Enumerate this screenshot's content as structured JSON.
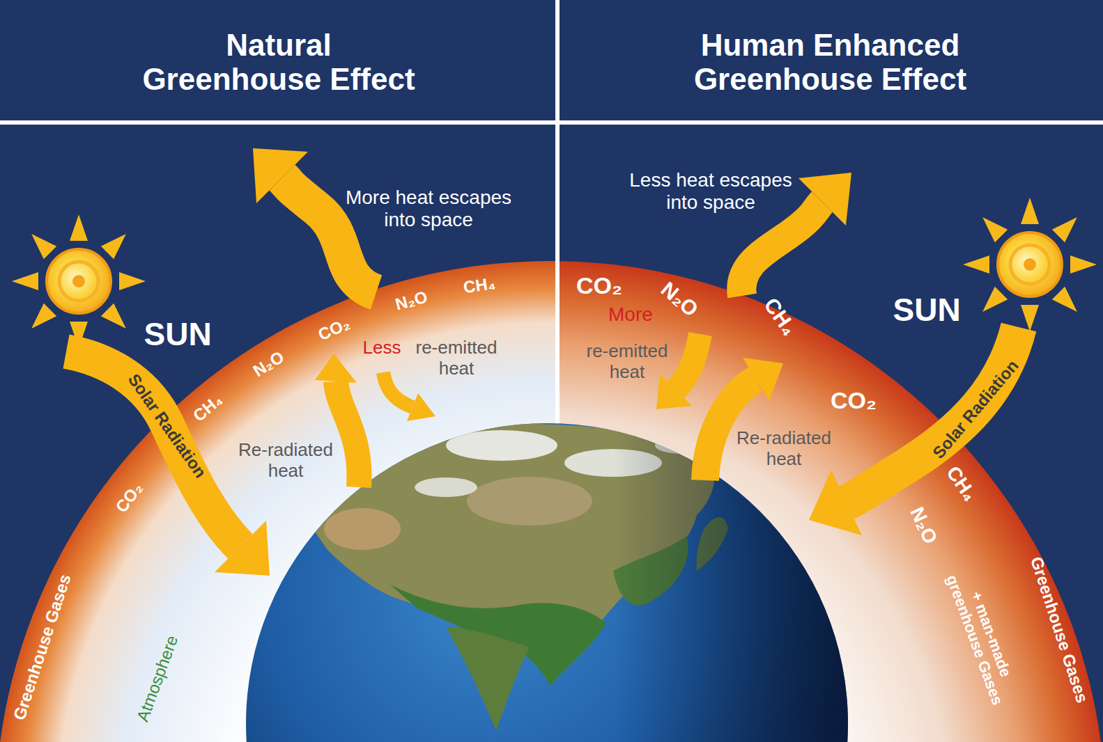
{
  "diagram": {
    "nodes": [
      {
        "text": [
          "Natural Greenhouse Effect"
        ]
      },
      {
        "text": [
          "Human Enhanced Greenhouse Effect"
        ]
      }
    ],
    "labels": [
      "More heat escapes into space",
      "Less",
      "re-emitted heat",
      "Re-radiated heat",
      "SUN",
      "Solar Radiation",
      "CO₂",
      "CH₄",
      "N₂O",
      "CO₂",
      "N₂O",
      "CH₄",
      "Greenhouse Gases",
      "Atmosphere",
      "Less heat escapes into space",
      "CO₂",
      "N₂O",
      "CH₄",
      "More",
      "re-emitted heat",
      "Re-radiated heat",
      "SUN",
      "Solar Radiation",
      "CO₂",
      "CH₄",
      "N₂O",
      "Greenhouse Gases",
      "+ man-made greenhouse Gases"
    ]
  }
}
